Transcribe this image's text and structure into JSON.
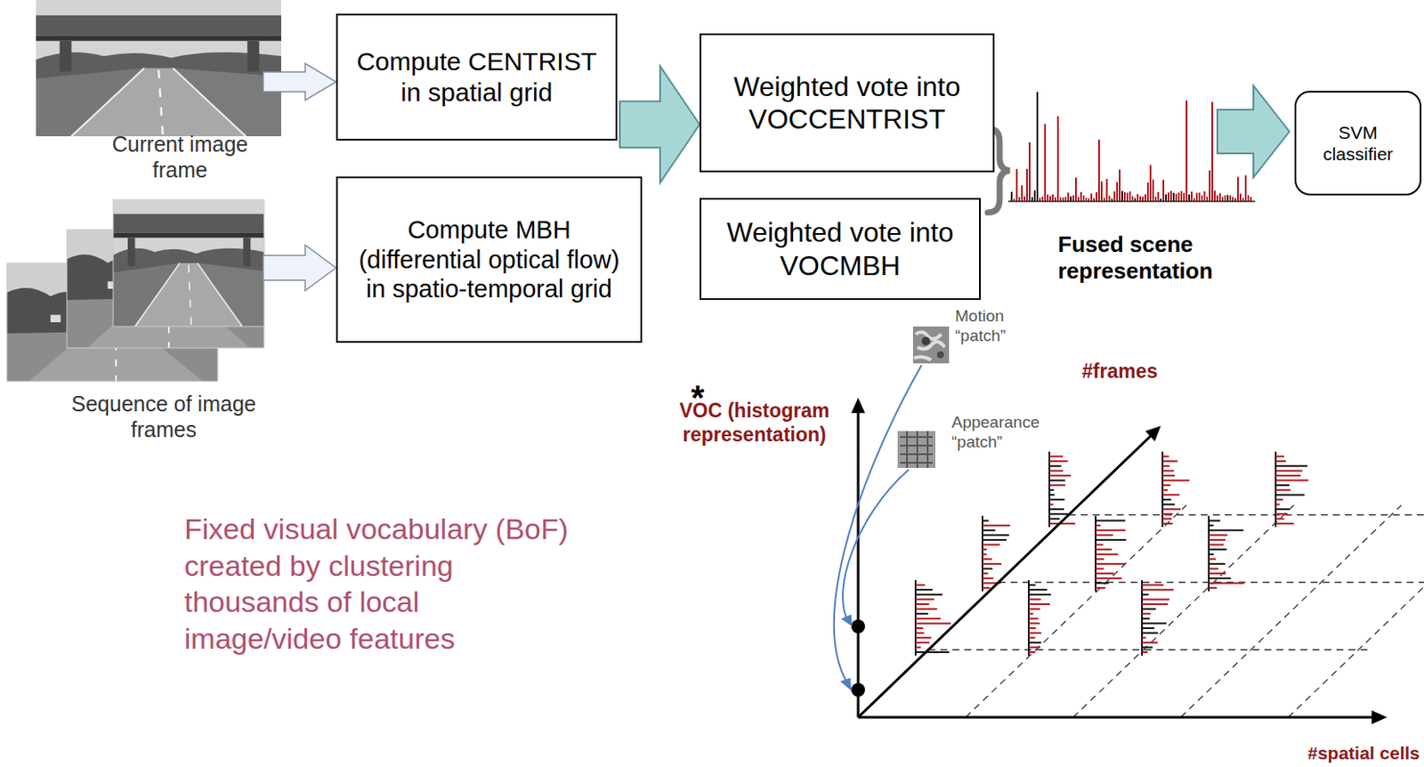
{
  "diagram": {
    "nodes": [
      {
        "text": [
          "Compute CENTRIST in spatial grid"
        ]
      },
      {
        "text": [
          "Compute MBH (differential optical flow) in spatio-temporal grid"
        ]
      },
      {
        "text": [
          "Weighted vote into VOCCENTRIST"
        ]
      },
      {
        "text": [
          "Weighted vote into VOCMBH"
        ]
      },
      {
        "text": [
          "SVM classifier"
        ]
      }
    ],
    "edges": [
      {
        "from": 0,
        "to": 2,
        "arrow": "to"
      }
    ],
    "labels": [
      "Current image frame",
      "Sequence of image frames",
      "Fused scene representation",
      "Fixed visual vocabulary (BoF) created by clustering thousands of local image/video features",
      "*",
      "VOC (histogram representation)",
      "Motion “patch”",
      "Appearance “patch”",
      "#frames",
      "#spatial cells"
    ]
  }
}
